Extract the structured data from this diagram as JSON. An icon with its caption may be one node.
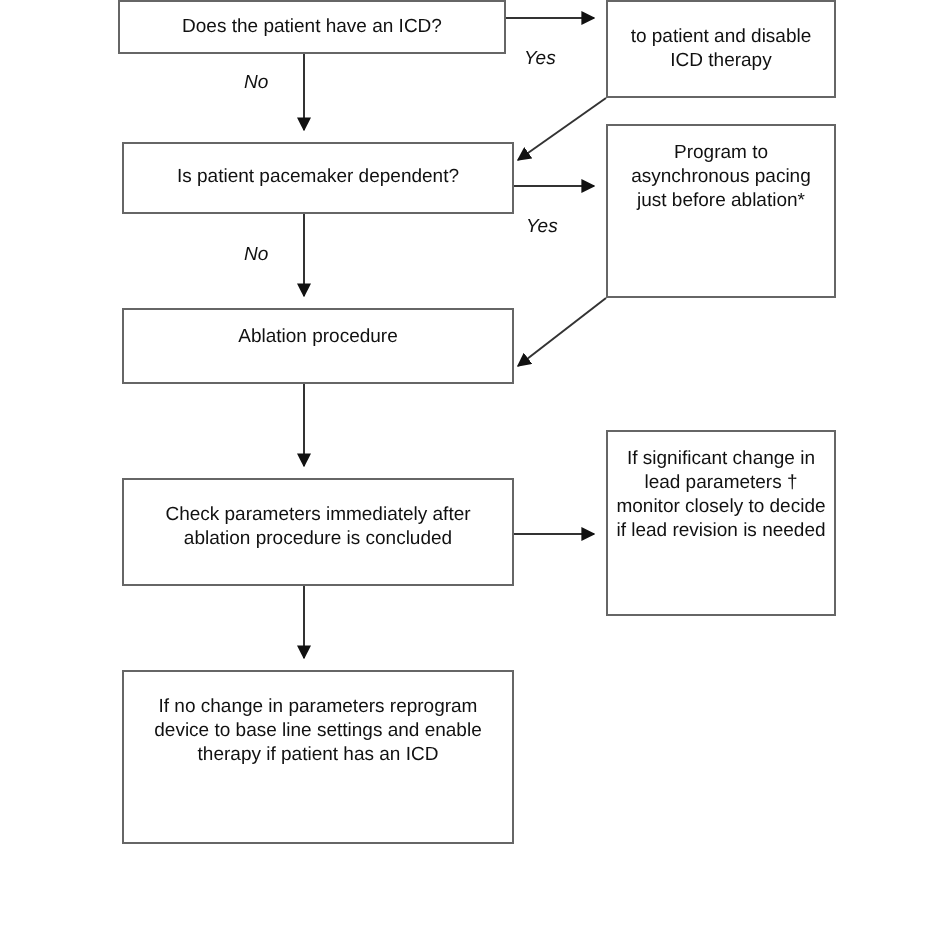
{
  "diagram": {
    "nodes": [
      {
        "text": [
          "Does the patient have an ICD?"
        ]
      },
      {
        "text": [
          "to patient and disable ICD therapy"
        ]
      },
      {
        "text": [
          "Is patient pacemaker dependent?"
        ]
      },
      {
        "text": [
          "Program to asynchronous pacing just before ablation*"
        ]
      },
      {
        "text": [
          "Ablation procedure"
        ]
      },
      {
        "text": [
          "Check parameters immediately after ablation procedure is concluded"
        ]
      },
      {
        "text": [
          "If significant change in lead parameters † monitor closely to decide if lead revision is needed"
        ]
      },
      {
        "text": [
          "If no change in parameters reprogram device to base line settings and enable therapy if patient has an ICD"
        ]
      }
    ],
    "edges": [
      {
        "from": 0,
        "to": 1,
        "arrow": "to",
        "label": "Yes"
      },
      {
        "from": 0,
        "to": 2,
        "arrow": "to",
        "label": "No"
      },
      {
        "from": 1,
        "to": 2,
        "arrow": "to"
      },
      {
        "from": 2,
        "to": 3,
        "arrow": "to",
        "label": "Yes"
      },
      {
        "from": 2,
        "to": 4,
        "arrow": "to",
        "label": "No"
      },
      {
        "from": 3,
        "to": 4,
        "arrow": "to"
      },
      {
        "from": 4,
        "to": 5,
        "arrow": "to"
      },
      {
        "from": 5,
        "to": 6,
        "arrow": "to"
      },
      {
        "from": 5,
        "to": 7,
        "arrow": "to"
      }
    ]
  }
}
